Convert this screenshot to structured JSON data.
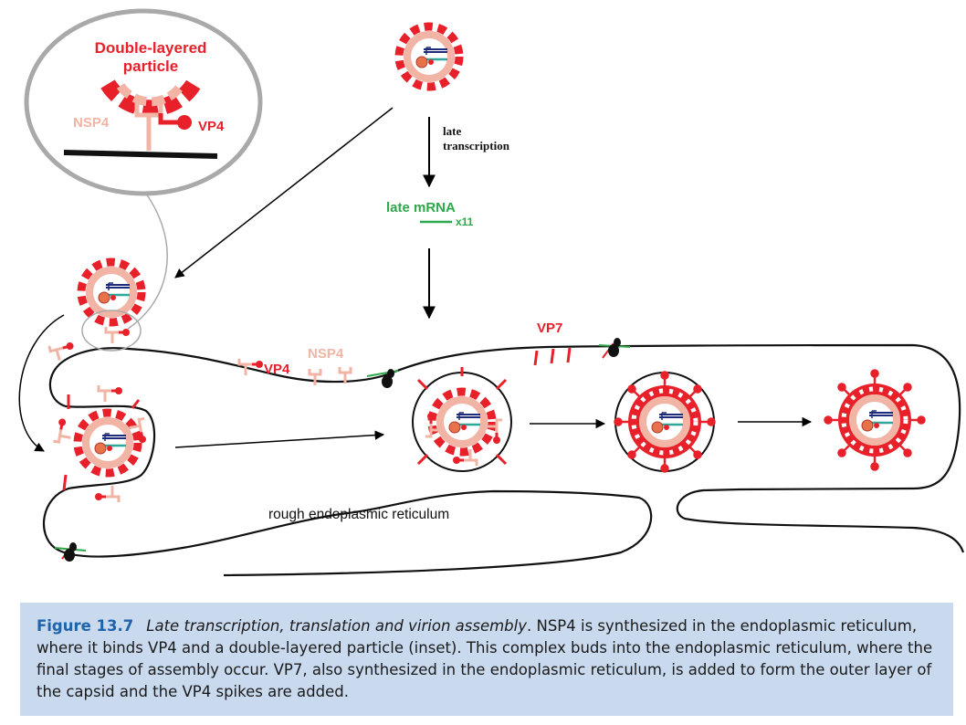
{
  "inset": {
    "title_line1": "Double-layered",
    "title_line2": "particle",
    "nsp4_label": "NSP4",
    "vp4_label": "VP4"
  },
  "top": {
    "arrow_label_line1": "late",
    "arrow_label_line2": "transcription",
    "mrna_label": "late mRNA",
    "mrna_count": "x11"
  },
  "er": {
    "vp4_label": "VP4",
    "nsp4_label": "NSP4",
    "vp7_label": "VP7",
    "name_label": "rough endoplasmic reticulum"
  },
  "caption": {
    "figure_label": "Figure 13.7",
    "title": "Late transcription, translation and virion assembly",
    "text": ". NSP4 is synthesized in the endoplasmic reticulum, where it binds VP4 and a double-layered particle (inset). This complex buds into the endoplasmic reticulum, where the final stages of assembly occur. VP7, also synthesized in the endoplasmic reticulum, is added to form the outer layer of the capsid and the VP4 spikes are added."
  },
  "colors": {
    "red": "#e8202a",
    "pink": "#f2b4a5",
    "green": "#2ea84a",
    "blue": "#1d2b7a",
    "teal": "#2fa89a",
    "caption_bg": "#c9d9ee",
    "caption_blue": "#1f63ab"
  }
}
